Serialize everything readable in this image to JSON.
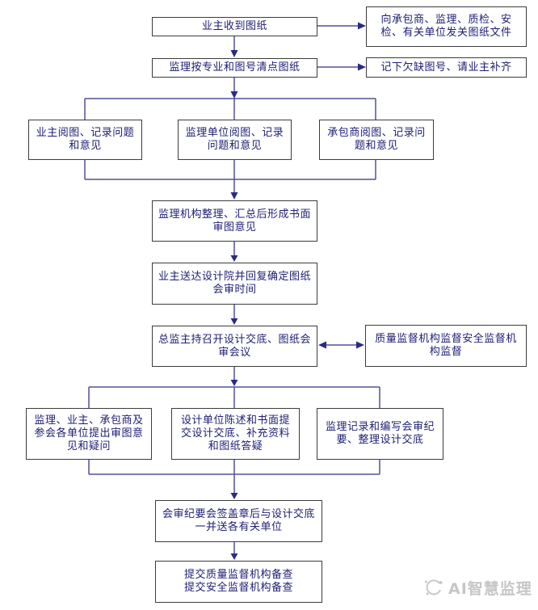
{
  "colors": {
    "background": "#ffffff",
    "box_border": "#3c3c3c",
    "box_text": "#1d1d75",
    "connector_line": "#50509a",
    "arrowhead": "#2b2b85",
    "watermark": "#c6c6c6"
  },
  "nodes": [
    {
      "id": "owner-receives-drawings",
      "label": "业主收到图纸"
    },
    {
      "id": "send-drawing-files",
      "label": "向承包商、监理、质检、安检、有关单位发关图纸文件"
    },
    {
      "id": "supervisor-counts-drawings",
      "label": "监理按专业和图号清点图纸"
    },
    {
      "id": "note-missing-drawings",
      "label": "记下欠缺图号、请业主补齐"
    },
    {
      "id": "owner-review",
      "label": "业主阅图、记录问题和意见"
    },
    {
      "id": "supervision-unit-review",
      "label": "监理单位阅图、记录问题和意见"
    },
    {
      "id": "contractor-review",
      "label": "承包商阅图、记录问题和意见"
    },
    {
      "id": "supervisor-consolidates",
      "label": "监理机构整理、汇总后形成书面审图意见"
    },
    {
      "id": "owner-delivers-institute",
      "label": "业主送达设计院并回复确定图纸会审时间"
    },
    {
      "id": "chief-hosts-meeting",
      "label": "总监主持召开设计交底、图纸会审会议"
    },
    {
      "id": "quality-safety-supervision",
      "label": "质量监督机构监督安全监督机构监督"
    },
    {
      "id": "parties-raise-questions",
      "label": "监理、业主、承包商及参会各单位提出审图意见和疑问"
    },
    {
      "id": "design-unit-clarifies",
      "label": "设计单位陈述和书面提交设计交底、补充资料和图纸答疑"
    },
    {
      "id": "supervisor-records-minutes",
      "label": "监理记录和编写会审纪要、整理设计交底"
    },
    {
      "id": "minutes-signed-distributed",
      "label": "会审纪要会签盖章后与设计交底一并送各有关单位"
    },
    {
      "id": "submit-for-record",
      "label": "提交质量监督机构备查\n提交安全监督机构备查"
    }
  ],
  "watermark": {
    "brand": "AI智慧监理"
  }
}
